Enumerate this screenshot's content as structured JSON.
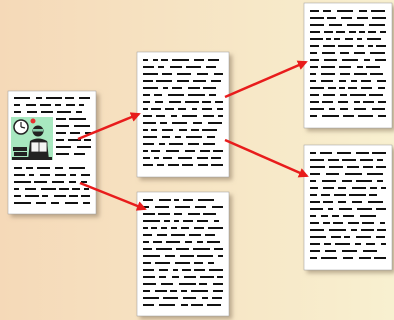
{
  "colors": {
    "background_left": "#f5d9b8",
    "background_right": "#f8f0d0",
    "page": "#ffffff",
    "page_border": "#999999",
    "page_shadow": "#b8a890",
    "text_line": "#111111",
    "arrow": "#e81c1c",
    "illustration_bg": "#a8e8c0",
    "figure_dark": "#222222"
  },
  "diagram": {
    "pages": [
      {
        "id": "source-page",
        "has_illustration": true
      },
      {
        "id": "middle-page-top",
        "has_illustration": false
      },
      {
        "id": "middle-page-bottom",
        "has_illustration": false
      },
      {
        "id": "right-page-top",
        "has_illustration": false
      },
      {
        "id": "right-page-bottom",
        "has_illustration": false
      }
    ],
    "arrows": [
      {
        "from": "source-page",
        "to": "middle-page-top"
      },
      {
        "from": "source-page",
        "to": "middle-page-bottom"
      },
      {
        "from": "middle-page-top",
        "to": "right-page-top"
      },
      {
        "from": "middle-page-top",
        "to": "right-page-bottom"
      }
    ],
    "illustration_icons": [
      "clock-icon",
      "reader-figure-icon"
    ]
  }
}
